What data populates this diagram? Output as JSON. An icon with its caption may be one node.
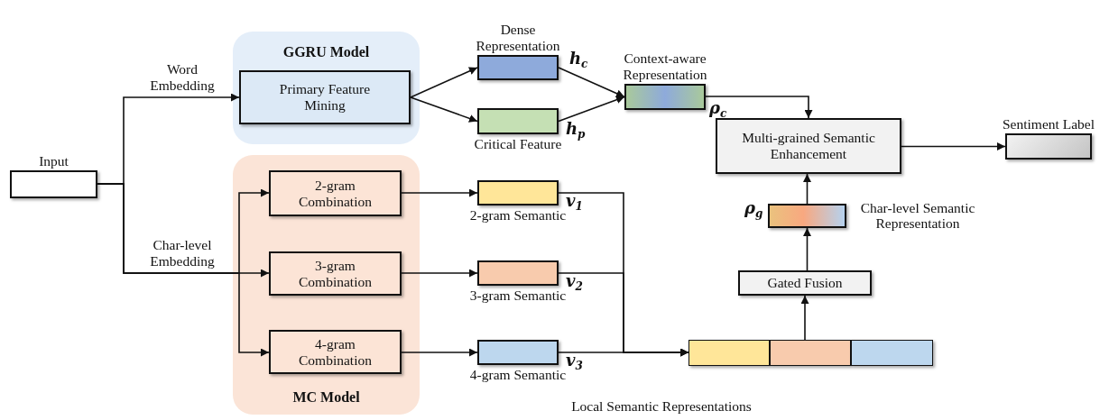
{
  "diagram": {
    "nodes": [
      {
        "text": [
          "Input"
        ]
      },
      {
        "text": [
          "GGRU Model"
        ]
      },
      {
        "text": [
          "Primary Feature Mining"
        ],
        "in": 1
      },
      {
        "text": [
          "MC Model"
        ]
      },
      {
        "text": [
          "2-gram Combination"
        ],
        "in": 3
      },
      {
        "text": [
          "3-gram Combination"
        ],
        "in": 3
      },
      {
        "text": [
          "4-gram Combination"
        ],
        "in": 3
      },
      {
        "text": [
          "Dense Representation"
        ],
        "beside": [
          "h$_{c}$"
        ]
      },
      {
        "text": [
          "Critical Feature"
        ],
        "beside": [
          "h$_{p}$"
        ]
      },
      {
        "text": [
          "Context-aware Representation"
        ],
        "beside": [
          "ρ$_{c}$"
        ]
      },
      {
        "text": [
          "2-gram Semantic"
        ],
        "beside": [
          "v$_{1}$"
        ]
      },
      {
        "text": [
          "3-gram Semantic"
        ],
        "beside": [
          "v$_{2}$"
        ]
      },
      {
        "text": [
          "4-gram Semantic"
        ],
        "beside": [
          "v$_{3}$"
        ]
      },
      {
        "text": [
          "Multi-grained Semantic Enhancement"
        ]
      },
      {
        "text": [
          "Sentiment Label"
        ]
      },
      {
        "text": [
          "Char-level Semantic Representation"
        ],
        "beside": [
          "ρ$_{g}$"
        ]
      },
      {
        "text": [
          "Gated Fusion"
        ]
      },
      {
        "text": [
          "Local Semantic Representations"
        ]
      },
      {
        "text": [],
        "shape": "bar",
        "in": 17
      },
      {
        "text": [],
        "shape": "bar",
        "in": 17
      },
      {
        "text": [],
        "shape": "bar",
        "in": 17
      }
    ],
    "edges": [
      {
        "from": 0,
        "to": 2,
        "arrow": "to",
        "label": "Word Embedding"
      },
      {
        "from": 0,
        "to": 4,
        "arrow": "to"
      },
      {
        "from": 0,
        "to": 5,
        "arrow": "to",
        "label": "Char-level Embedding"
      },
      {
        "from": 0,
        "to": 6,
        "arrow": "to"
      },
      {
        "from": 2,
        "to": 7,
        "arrow": "to"
      },
      {
        "from": 2,
        "to": 8,
        "arrow": "to"
      },
      {
        "from": 7,
        "to": 9,
        "arrow": "to"
      },
      {
        "from": 8,
        "to": 9,
        "arrow": "to"
      },
      {
        "from": 9,
        "to": 13,
        "arrow": "to"
      },
      {
        "from": 4,
        "to": 10,
        "arrow": "to"
      },
      {
        "from": 5,
        "to": 11,
        "arrow": "to"
      },
      {
        "from": 6,
        "to": 12,
        "arrow": "to"
      },
      {
        "from": 10,
        "to": 17,
        "arrow": "to"
      },
      {
        "from": 11,
        "to": 17,
        "arrow": "to"
      },
      {
        "from": 12,
        "to": 17,
        "arrow": "to"
      },
      {
        "from": 17,
        "to": 16,
        "arrow": "to"
      },
      {
        "from": 16,
        "to": 15,
        "arrow": "to"
      },
      {
        "from": 15,
        "to": 13,
        "arrow": "to"
      },
      {
        "from": 13,
        "to": 14,
        "arrow": "to"
      }
    ]
  }
}
